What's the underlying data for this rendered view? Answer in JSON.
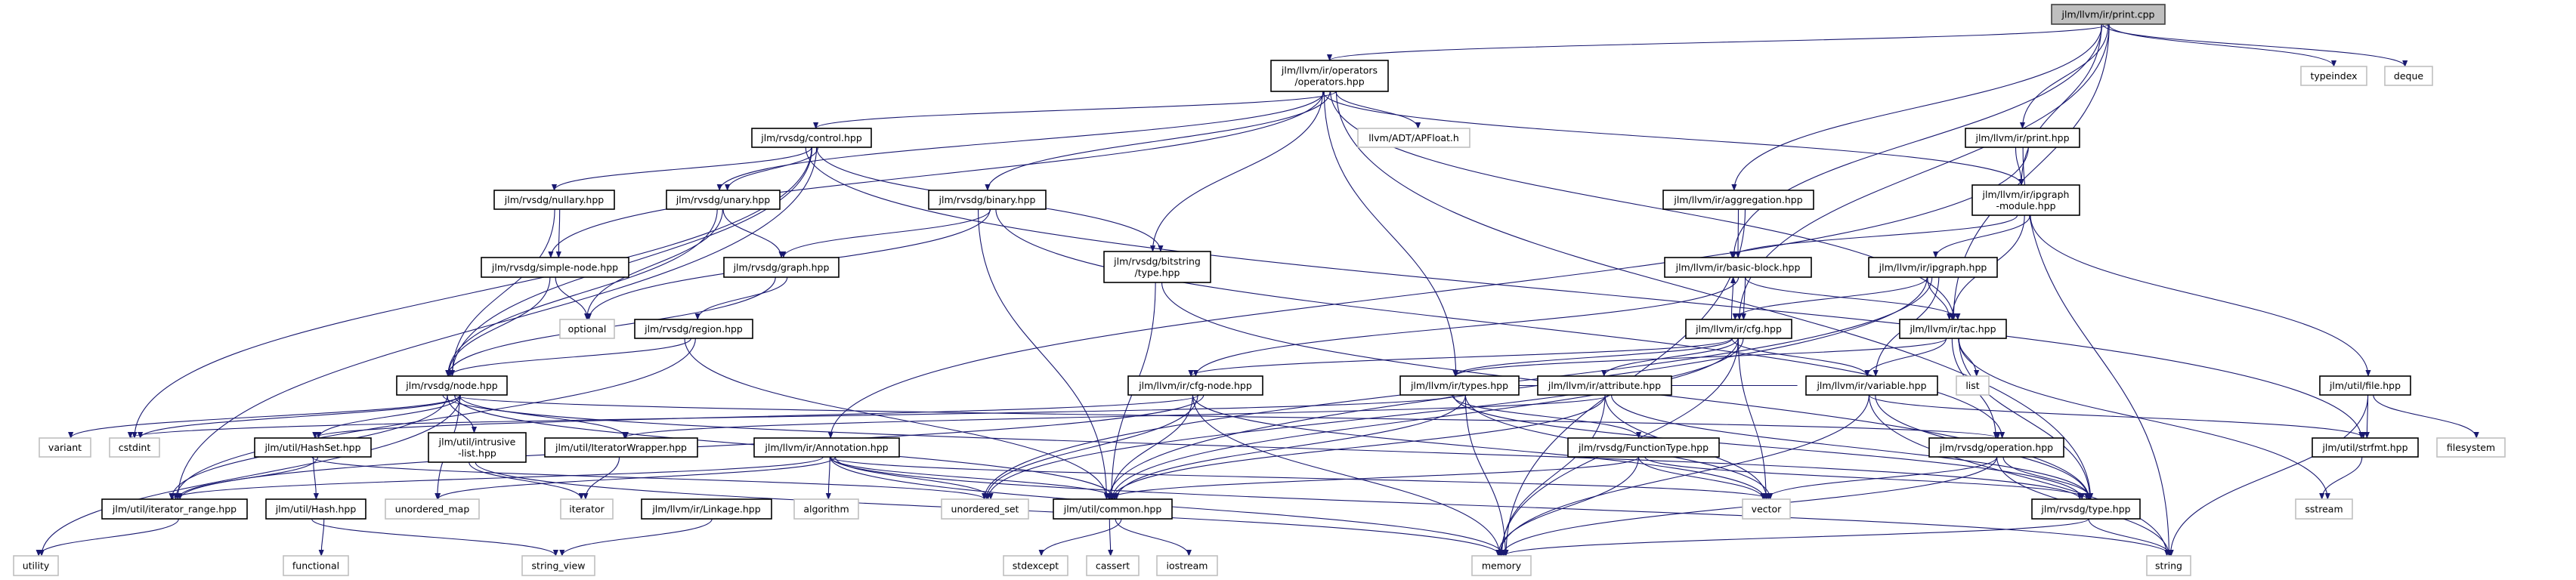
{
  "edge_color": "#191970",
  "root_fill": "#bfbfbf",
  "nodes": {
    "print_cpp": {
      "lines": [
        "jlm/llvm/ir/print.cpp"
      ],
      "kind": "root"
    },
    "operators": {
      "lines": [
        "jlm/llvm/ir/operators",
        "/operators.hpp"
      ],
      "kind": "project"
    },
    "typeindex": {
      "lines": [
        "typeindex"
      ],
      "kind": "system"
    },
    "deque": {
      "lines": [
        "deque"
      ],
      "kind": "system"
    },
    "control": {
      "lines": [
        "jlm/rvsdg/control.hpp"
      ],
      "kind": "project"
    },
    "apfloat": {
      "lines": [
        "llvm/ADT/APFloat.h"
      ],
      "kind": "system"
    },
    "print_hpp": {
      "lines": [
        "jlm/llvm/ir/print.hpp"
      ],
      "kind": "project"
    },
    "nullary": {
      "lines": [
        "jlm/rvsdg/nullary.hpp"
      ],
      "kind": "project"
    },
    "unary": {
      "lines": [
        "jlm/rvsdg/unary.hpp"
      ],
      "kind": "project"
    },
    "binary": {
      "lines": [
        "jlm/rvsdg/binary.hpp"
      ],
      "kind": "project"
    },
    "aggregation": {
      "lines": [
        "jlm/llvm/ir/aggregation.hpp"
      ],
      "kind": "project"
    },
    "ipgraph_module": {
      "lines": [
        "jlm/llvm/ir/ipgraph",
        "-module.hpp"
      ],
      "kind": "project"
    },
    "simple_node": {
      "lines": [
        "jlm/rvsdg/simple-node.hpp"
      ],
      "kind": "project"
    },
    "graph": {
      "lines": [
        "jlm/rvsdg/graph.hpp"
      ],
      "kind": "project"
    },
    "bitstring_type": {
      "lines": [
        "jlm/rvsdg/bitstring",
        "/type.hpp"
      ],
      "kind": "project"
    },
    "basic_block": {
      "lines": [
        "jlm/llvm/ir/basic-block.hpp"
      ],
      "kind": "project"
    },
    "ipgraph": {
      "lines": [
        "jlm/llvm/ir/ipgraph.hpp"
      ],
      "kind": "project"
    },
    "optional": {
      "lines": [
        "optional"
      ],
      "kind": "system"
    },
    "region": {
      "lines": [
        "jlm/rvsdg/region.hpp"
      ],
      "kind": "project"
    },
    "cfg": {
      "lines": [
        "jlm/llvm/ir/cfg.hpp"
      ],
      "kind": "project"
    },
    "tac": {
      "lines": [
        "jlm/llvm/ir/tac.hpp"
      ],
      "kind": "project"
    },
    "node": {
      "lines": [
        "jlm/rvsdg/node.hpp"
      ],
      "kind": "project"
    },
    "cfg_node": {
      "lines": [
        "jlm/llvm/ir/cfg-node.hpp"
      ],
      "kind": "project"
    },
    "types": {
      "lines": [
        "jlm/llvm/ir/types.hpp"
      ],
      "kind": "project"
    },
    "attribute": {
      "lines": [
        "jlm/llvm/ir/attribute.hpp"
      ],
      "kind": "project"
    },
    "variable": {
      "lines": [
        "jlm/llvm/ir/variable.hpp"
      ],
      "kind": "project"
    },
    "list": {
      "lines": [
        "list"
      ],
      "kind": "system"
    },
    "file": {
      "lines": [
        "jlm/util/file.hpp"
      ],
      "kind": "project"
    },
    "variant": {
      "lines": [
        "variant"
      ],
      "kind": "system"
    },
    "cstdint": {
      "lines": [
        "cstdint"
      ],
      "kind": "system"
    },
    "hashset": {
      "lines": [
        "jlm/util/HashSet.hpp"
      ],
      "kind": "project"
    },
    "intrusive_list": {
      "lines": [
        "jlm/util/intrusive",
        "-list.hpp"
      ],
      "kind": "project"
    },
    "iterator_wrapper": {
      "lines": [
        "jlm/util/IteratorWrapper.hpp"
      ],
      "kind": "project"
    },
    "annotation": {
      "lines": [
        "jlm/llvm/ir/Annotation.hpp"
      ],
      "kind": "project"
    },
    "function_type": {
      "lines": [
        "jlm/rvsdg/FunctionType.hpp"
      ],
      "kind": "project"
    },
    "operation": {
      "lines": [
        "jlm/rvsdg/operation.hpp"
      ],
      "kind": "project"
    },
    "strfmt": {
      "lines": [
        "jlm/util/strfmt.hpp"
      ],
      "kind": "project"
    },
    "filesystem": {
      "lines": [
        "filesystem"
      ],
      "kind": "system"
    },
    "iterator_range": {
      "lines": [
        "jlm/util/iterator_range.hpp"
      ],
      "kind": "project"
    },
    "hash": {
      "lines": [
        "jlm/util/Hash.hpp"
      ],
      "kind": "project"
    },
    "unordered_map": {
      "lines": [
        "unordered_map"
      ],
      "kind": "system"
    },
    "iterator": {
      "lines": [
        "iterator"
      ],
      "kind": "system"
    },
    "linkage": {
      "lines": [
        "jlm/llvm/ir/Linkage.hpp"
      ],
      "kind": "project"
    },
    "algorithm": {
      "lines": [
        "algorithm"
      ],
      "kind": "system"
    },
    "unordered_set": {
      "lines": [
        "unordered_set"
      ],
      "kind": "system"
    },
    "common": {
      "lines": [
        "jlm/util/common.hpp"
      ],
      "kind": "project"
    },
    "vector": {
      "lines": [
        "vector"
      ],
      "kind": "system"
    },
    "type": {
      "lines": [
        "jlm/rvsdg/type.hpp"
      ],
      "kind": "project"
    },
    "sstream": {
      "lines": [
        "sstream"
      ],
      "kind": "system"
    },
    "utility": {
      "lines": [
        "utility"
      ],
      "kind": "system"
    },
    "functional": {
      "lines": [
        "functional"
      ],
      "kind": "system"
    },
    "string_view": {
      "lines": [
        "string_view"
      ],
      "kind": "system"
    },
    "stdexcept": {
      "lines": [
        "stdexcept"
      ],
      "kind": "system"
    },
    "cassert": {
      "lines": [
        "cassert"
      ],
      "kind": "system"
    },
    "iostream": {
      "lines": [
        "iostream"
      ],
      "kind": "system"
    },
    "memory": {
      "lines": [
        "memory"
      ],
      "kind": "system"
    },
    "string": {
      "lines": [
        "string"
      ],
      "kind": "system"
    }
  },
  "edges": [
    [
      "print_cpp",
      "operators"
    ],
    [
      "print_cpp",
      "typeindex"
    ],
    [
      "print_cpp",
      "deque"
    ],
    [
      "print_cpp",
      "print_hpp"
    ],
    [
      "print_cpp",
      "ipgraph_module"
    ],
    [
      "print_cpp",
      "aggregation"
    ],
    [
      "print_cpp",
      "cfg"
    ],
    [
      "print_cpp",
      "tac"
    ],
    [
      "print_cpp",
      "basic_block"
    ],
    [
      "operators",
      "control"
    ],
    [
      "operators",
      "unary"
    ],
    [
      "operators",
      "binary"
    ],
    [
      "operators",
      "simple_node"
    ],
    [
      "operators",
      "bitstring_type"
    ],
    [
      "operators",
      "apfloat"
    ],
    [
      "operators",
      "types"
    ],
    [
      "operators",
      "ipgraph_module"
    ],
    [
      "operators",
      "tac"
    ],
    [
      "operators",
      "type"
    ],
    [
      "control",
      "nullary"
    ],
    [
      "control",
      "unary"
    ],
    [
      "control",
      "node"
    ],
    [
      "control",
      "bitstring_type"
    ],
    [
      "control",
      "strfmt"
    ],
    [
      "control",
      "iterator_range"
    ],
    [
      "control",
      "cstdint"
    ],
    [
      "nullary",
      "simple_node"
    ],
    [
      "nullary",
      "node"
    ],
    [
      "unary",
      "graph"
    ],
    [
      "unary",
      "optional"
    ],
    [
      "unary",
      "node"
    ],
    [
      "simple_node",
      "node"
    ],
    [
      "simple_node",
      "optional"
    ],
    [
      "binary",
      "graph"
    ],
    [
      "binary",
      "optional"
    ],
    [
      "binary",
      "common"
    ],
    [
      "binary",
      "operation"
    ],
    [
      "graph",
      "region"
    ],
    [
      "graph",
      "node"
    ],
    [
      "region",
      "node"
    ],
    [
      "region",
      "iterator_range"
    ],
    [
      "region",
      "common"
    ],
    [
      "node",
      "variant"
    ],
    [
      "node",
      "cstdint"
    ],
    [
      "node",
      "hashset"
    ],
    [
      "node",
      "intrusive_list"
    ],
    [
      "node",
      "iterator_wrapper"
    ],
    [
      "node",
      "iterator_range"
    ],
    [
      "node",
      "common"
    ],
    [
      "node",
      "operation"
    ],
    [
      "node",
      "unordered_map"
    ],
    [
      "node",
      "utility"
    ],
    [
      "node",
      "type"
    ],
    [
      "hashset",
      "iterator_range"
    ],
    [
      "hashset",
      "hash"
    ],
    [
      "hashset",
      "unordered_set"
    ],
    [
      "hash",
      "functional"
    ],
    [
      "hash",
      "string_view"
    ],
    [
      "intrusive_list",
      "iterator"
    ],
    [
      "intrusive_list",
      "memory"
    ],
    [
      "iterator_wrapper",
      "iterator"
    ],
    [
      "annotation",
      "algorithm"
    ],
    [
      "annotation",
      "memory"
    ],
    [
      "annotation",
      "unordered_map"
    ],
    [
      "annotation",
      "iterator_range"
    ],
    [
      "annotation",
      "common"
    ],
    [
      "annotation",
      "unordered_set"
    ],
    [
      "annotation",
      "string"
    ],
    [
      "annotation",
      "vector"
    ],
    [
      "linkage",
      "string_view"
    ],
    [
      "iterator_range",
      "utility"
    ],
    [
      "bitstring_type",
      "common"
    ],
    [
      "bitstring_type",
      "type"
    ],
    [
      "aggregation",
      "basic_block"
    ],
    [
      "aggregation",
      "memory"
    ],
    [
      "print_hpp",
      "ipgraph_module"
    ],
    [
      "print_hpp",
      "string"
    ],
    [
      "print_hpp",
      "annotation"
    ],
    [
      "ipgraph_module",
      "ipgraph"
    ],
    [
      "ipgraph_module",
      "basic_block"
    ],
    [
      "ipgraph_module",
      "tac"
    ],
    [
      "ipgraph_module",
      "file"
    ],
    [
      "ipgraph",
      "cfg"
    ],
    [
      "ipgraph",
      "tac"
    ],
    [
      "ipgraph",
      "variable"
    ],
    [
      "ipgraph",
      "common"
    ],
    [
      "ipgraph",
      "unordered_set"
    ],
    [
      "basic_block",
      "cfg"
    ],
    [
      "basic_block",
      "tac"
    ],
    [
      "basic_block",
      "cfg_node"
    ],
    [
      "cfg",
      "basic_block"
    ],
    [
      "cfg",
      "cfg_node"
    ],
    [
      "cfg",
      "types"
    ],
    [
      "cfg",
      "attribute"
    ],
    [
      "cfg",
      "variable"
    ],
    [
      "cfg",
      "common"
    ],
    [
      "cfg",
      "vector"
    ],
    [
      "cfg",
      "unordered_set"
    ],
    [
      "cfg",
      "memory"
    ],
    [
      "cfg_node",
      "common"
    ],
    [
      "cfg_node",
      "unordered_set"
    ],
    [
      "cfg_node",
      "memory"
    ],
    [
      "cfg_node",
      "vector"
    ],
    [
      "cfg_node",
      "iterator_range"
    ],
    [
      "cfg_node",
      "hashset"
    ],
    [
      "types",
      "function_type"
    ],
    [
      "types",
      "common"
    ],
    [
      "types",
      "memory"
    ],
    [
      "types",
      "vector"
    ],
    [
      "types",
      "type"
    ],
    [
      "types",
      "cstdint"
    ],
    [
      "attribute",
      "common"
    ],
    [
      "attribute",
      "vector"
    ],
    [
      "attribute",
      "memory"
    ],
    [
      "attribute",
      "type"
    ],
    [
      "attribute",
      "iterator_wrapper"
    ],
    [
      "function_type",
      "common"
    ],
    [
      "function_type",
      "memory"
    ],
    [
      "function_type",
      "vector"
    ],
    [
      "function_type",
      "type"
    ],
    [
      "tac",
      "variable"
    ],
    [
      "tac",
      "list"
    ],
    [
      "tac",
      "operation"
    ],
    [
      "tac",
      "types"
    ],
    [
      "tac",
      "type"
    ],
    [
      "tac",
      "sstream"
    ],
    [
      "variable",
      "types"
    ],
    [
      "variable",
      "memory"
    ],
    [
      "variable",
      "type"
    ],
    [
      "variable",
      "strfmt"
    ],
    [
      "variable",
      "string"
    ],
    [
      "operation",
      "type"
    ],
    [
      "operation",
      "memory"
    ],
    [
      "operation",
      "string"
    ],
    [
      "operation",
      "vector"
    ],
    [
      "type",
      "memory"
    ],
    [
      "type",
      "string"
    ],
    [
      "file",
      "strfmt"
    ],
    [
      "file",
      "filesystem"
    ],
    [
      "file",
      "string"
    ],
    [
      "strfmt",
      "sstream"
    ],
    [
      "common",
      "stdexcept"
    ],
    [
      "common",
      "cassert"
    ],
    [
      "common",
      "iostream"
    ]
  ]
}
